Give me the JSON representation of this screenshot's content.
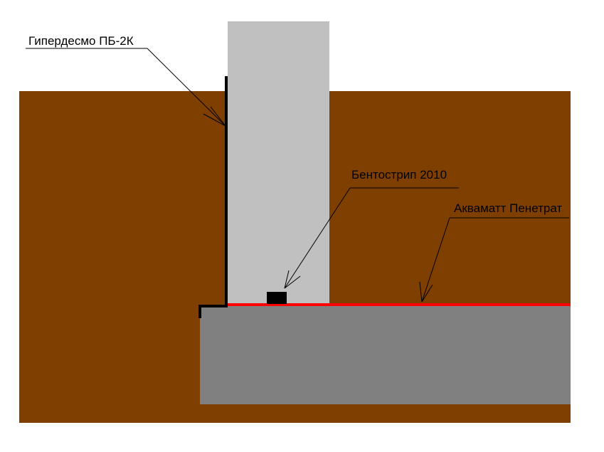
{
  "labels": {
    "hyperdesmo": "Гипердесмо ПБ-2К",
    "bentostrip": "Бентострип 2010",
    "akvamat": "Акваматт Пенетрат"
  },
  "colors": {
    "soil": "#7f3f00",
    "wall": "#c0c0c0",
    "slab": "#808080",
    "membrane": "#000000",
    "penetrating_layer": "#ff0000",
    "strip": "#000000"
  }
}
